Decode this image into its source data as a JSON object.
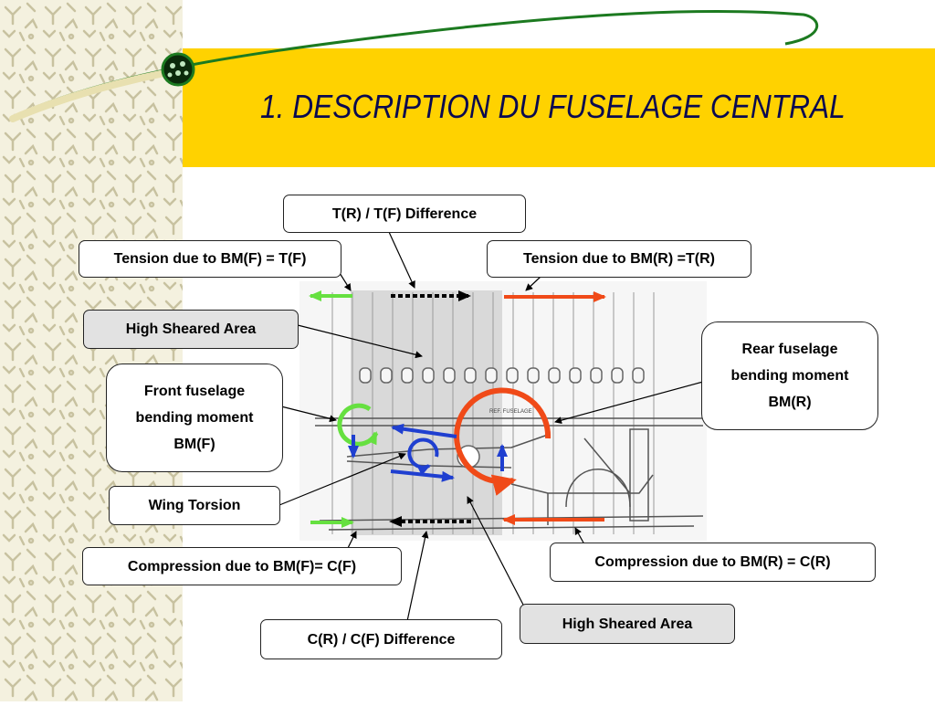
{
  "title": "1. DESCRIPTION DU FUSELAGE CENTRAL",
  "drawing_label": "REF. FUSELAGE",
  "labels": {
    "tr_tf_difference": "T(R) / T(F) Difference",
    "tension_front": "Tension due to BM(F) = T(F)",
    "tension_rear": "Tension due to BM(R) =T(R)",
    "high_sheared_area_top": "High Sheared Area",
    "front_bm_line1": "Front fuselage",
    "front_bm_line2": "bending moment",
    "front_bm_line3": "BM(F)",
    "rear_bm_line1": "Rear fuselage",
    "rear_bm_line2": "bending moment",
    "rear_bm_line3": "BM(R)",
    "wing_torsion": "Wing Torsion",
    "compression_front": "Compression due to BM(F)= C(F)",
    "compression_rear": "Compression due to BM(R) = C(R)",
    "high_sheared_area_bottom": "High Sheared Area",
    "cr_cf_difference": "C(R) / C(F) Difference"
  },
  "colors": {
    "band": "#ffd200",
    "title_text": "#0a0a50",
    "front_arrow": "#66e040",
    "rear_arrow": "#f04a18",
    "inner_arrow": "#1f3fd0",
    "difference_arrow": "#000000",
    "curve": "#1c7a20"
  }
}
